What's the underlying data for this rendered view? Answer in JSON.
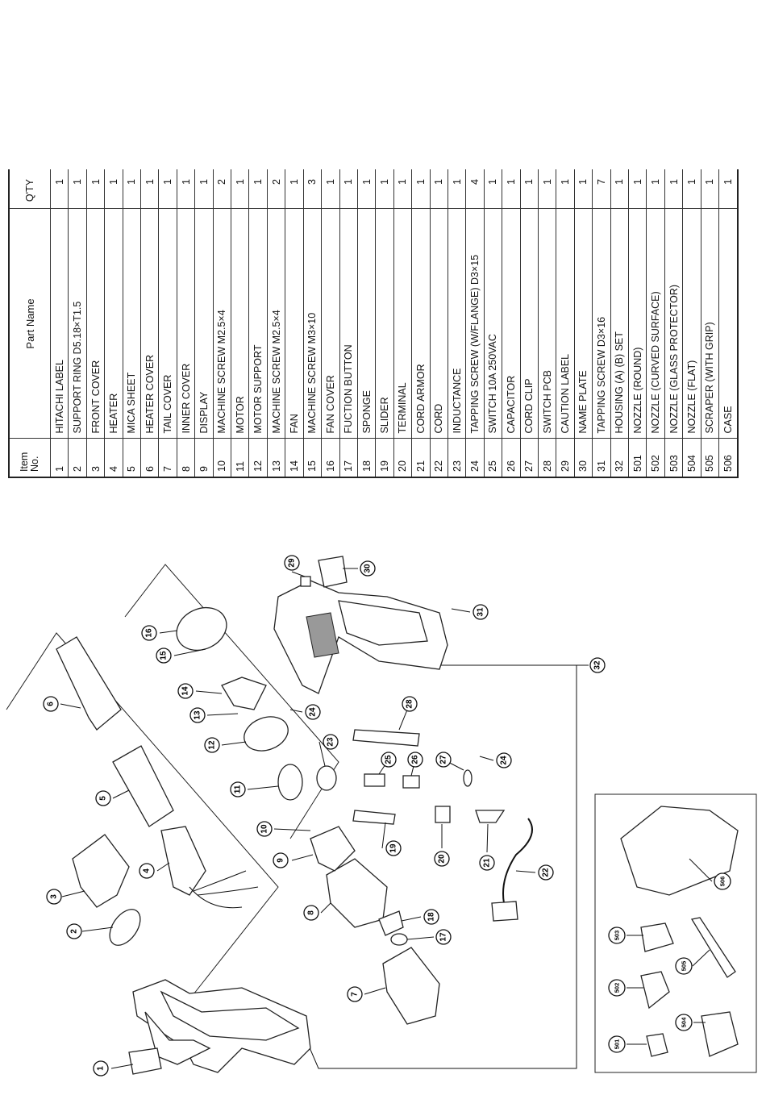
{
  "table": {
    "header": {
      "item_no_line1": "Item",
      "item_no_line2": "No.",
      "part_name": "Part Name",
      "qty": "Q'TY"
    },
    "rows": [
      {
        "no": "1",
        "name": "HITACHI LABEL",
        "qty": "1"
      },
      {
        "no": "2",
        "name": "SUPPORT RING D5.18×T1.5",
        "qty": "1"
      },
      {
        "no": "3",
        "name": "FRONT COVER",
        "qty": "1"
      },
      {
        "no": "4",
        "name": "HEATER",
        "qty": "1"
      },
      {
        "no": "5",
        "name": "MICA SHEET",
        "qty": "1"
      },
      {
        "no": "6",
        "name": "HEATER COVER",
        "qty": "1"
      },
      {
        "no": "7",
        "name": "TAIL COVER",
        "qty": "1"
      },
      {
        "no": "8",
        "name": "INNER COVER",
        "qty": "1"
      },
      {
        "no": "9",
        "name": "DISPLAY",
        "qty": "1"
      },
      {
        "no": "10",
        "name": "MACHINE SCREW M2.5×4",
        "qty": "2"
      },
      {
        "no": "11",
        "name": "MOTOR",
        "qty": "1"
      },
      {
        "no": "12",
        "name": "MOTOR SUPPORT",
        "qty": "1"
      },
      {
        "no": "13",
        "name": "MACHINE SCREW M2.5×4",
        "qty": "2"
      },
      {
        "no": "14",
        "name": "FAN",
        "qty": "1"
      },
      {
        "no": "15",
        "name": "MACHINE SCREW M3×10",
        "qty": "3"
      },
      {
        "no": "16",
        "name": "FAN COVER",
        "qty": "1"
      },
      {
        "no": "17",
        "name": "FUCTION BUTTON",
        "qty": "1"
      },
      {
        "no": "18",
        "name": "SPONGE",
        "qty": "1"
      },
      {
        "no": "19",
        "name": "SLIDER",
        "qty": "1"
      },
      {
        "no": "20",
        "name": "TERMINAL",
        "qty": "1"
      },
      {
        "no": "21",
        "name": "CORD ARMOR",
        "qty": "1"
      },
      {
        "no": "22",
        "name": "CORD",
        "qty": "1"
      },
      {
        "no": "23",
        "name": "INDUCTANCE",
        "qty": "1"
      },
      {
        "no": "24",
        "name": "TAPPING SCREW (W/FLANGE) D3×15",
        "qty": "4"
      },
      {
        "no": "25",
        "name": "SWITCH 10A 250VAC",
        "qty": "1"
      },
      {
        "no": "26",
        "name": "CAPACITOR",
        "qty": "1"
      },
      {
        "no": "27",
        "name": "CORD CLIP",
        "qty": "1"
      },
      {
        "no": "28",
        "name": "SWITCH PCB",
        "qty": "1"
      },
      {
        "no": "29",
        "name": "CAUTION LABEL",
        "qty": "1"
      },
      {
        "no": "30",
        "name": "NAME PLATE",
        "qty": "1"
      },
      {
        "no": "31",
        "name": "TAPPING SCREW D3×16",
        "qty": "7"
      },
      {
        "no": "32",
        "name": "HOUSING (A) (B) SET",
        "qty": "1"
      },
      {
        "no": "501",
        "name": "NOZZLE (ROUND)",
        "qty": "1"
      },
      {
        "no": "502",
        "name": "NOZZLE (CURVED SURFACE)",
        "qty": "1"
      },
      {
        "no": "503",
        "name": "NOZZLE (GLASS PROTECTOR)",
        "qty": "1"
      },
      {
        "no": "504",
        "name": "NOZZLE (FLAT)",
        "qty": "1"
      },
      {
        "no": "505",
        "name": "SCRAPER (WITH GRIP)",
        "qty": "1"
      },
      {
        "no": "506",
        "name": "CASE",
        "qty": "1"
      }
    ]
  },
  "diagram": {
    "callouts": [
      "1",
      "2",
      "3",
      "4",
      "5",
      "6",
      "7",
      "8",
      "9",
      "10",
      "11",
      "12",
      "13",
      "14",
      "15",
      "16",
      "17",
      "18",
      "19",
      "20",
      "21",
      "22",
      "23",
      "24",
      "24",
      "25",
      "26",
      "27",
      "28",
      "29",
      "30",
      "31",
      "32",
      "501",
      "502",
      "503",
      "504",
      "505",
      "506"
    ]
  }
}
